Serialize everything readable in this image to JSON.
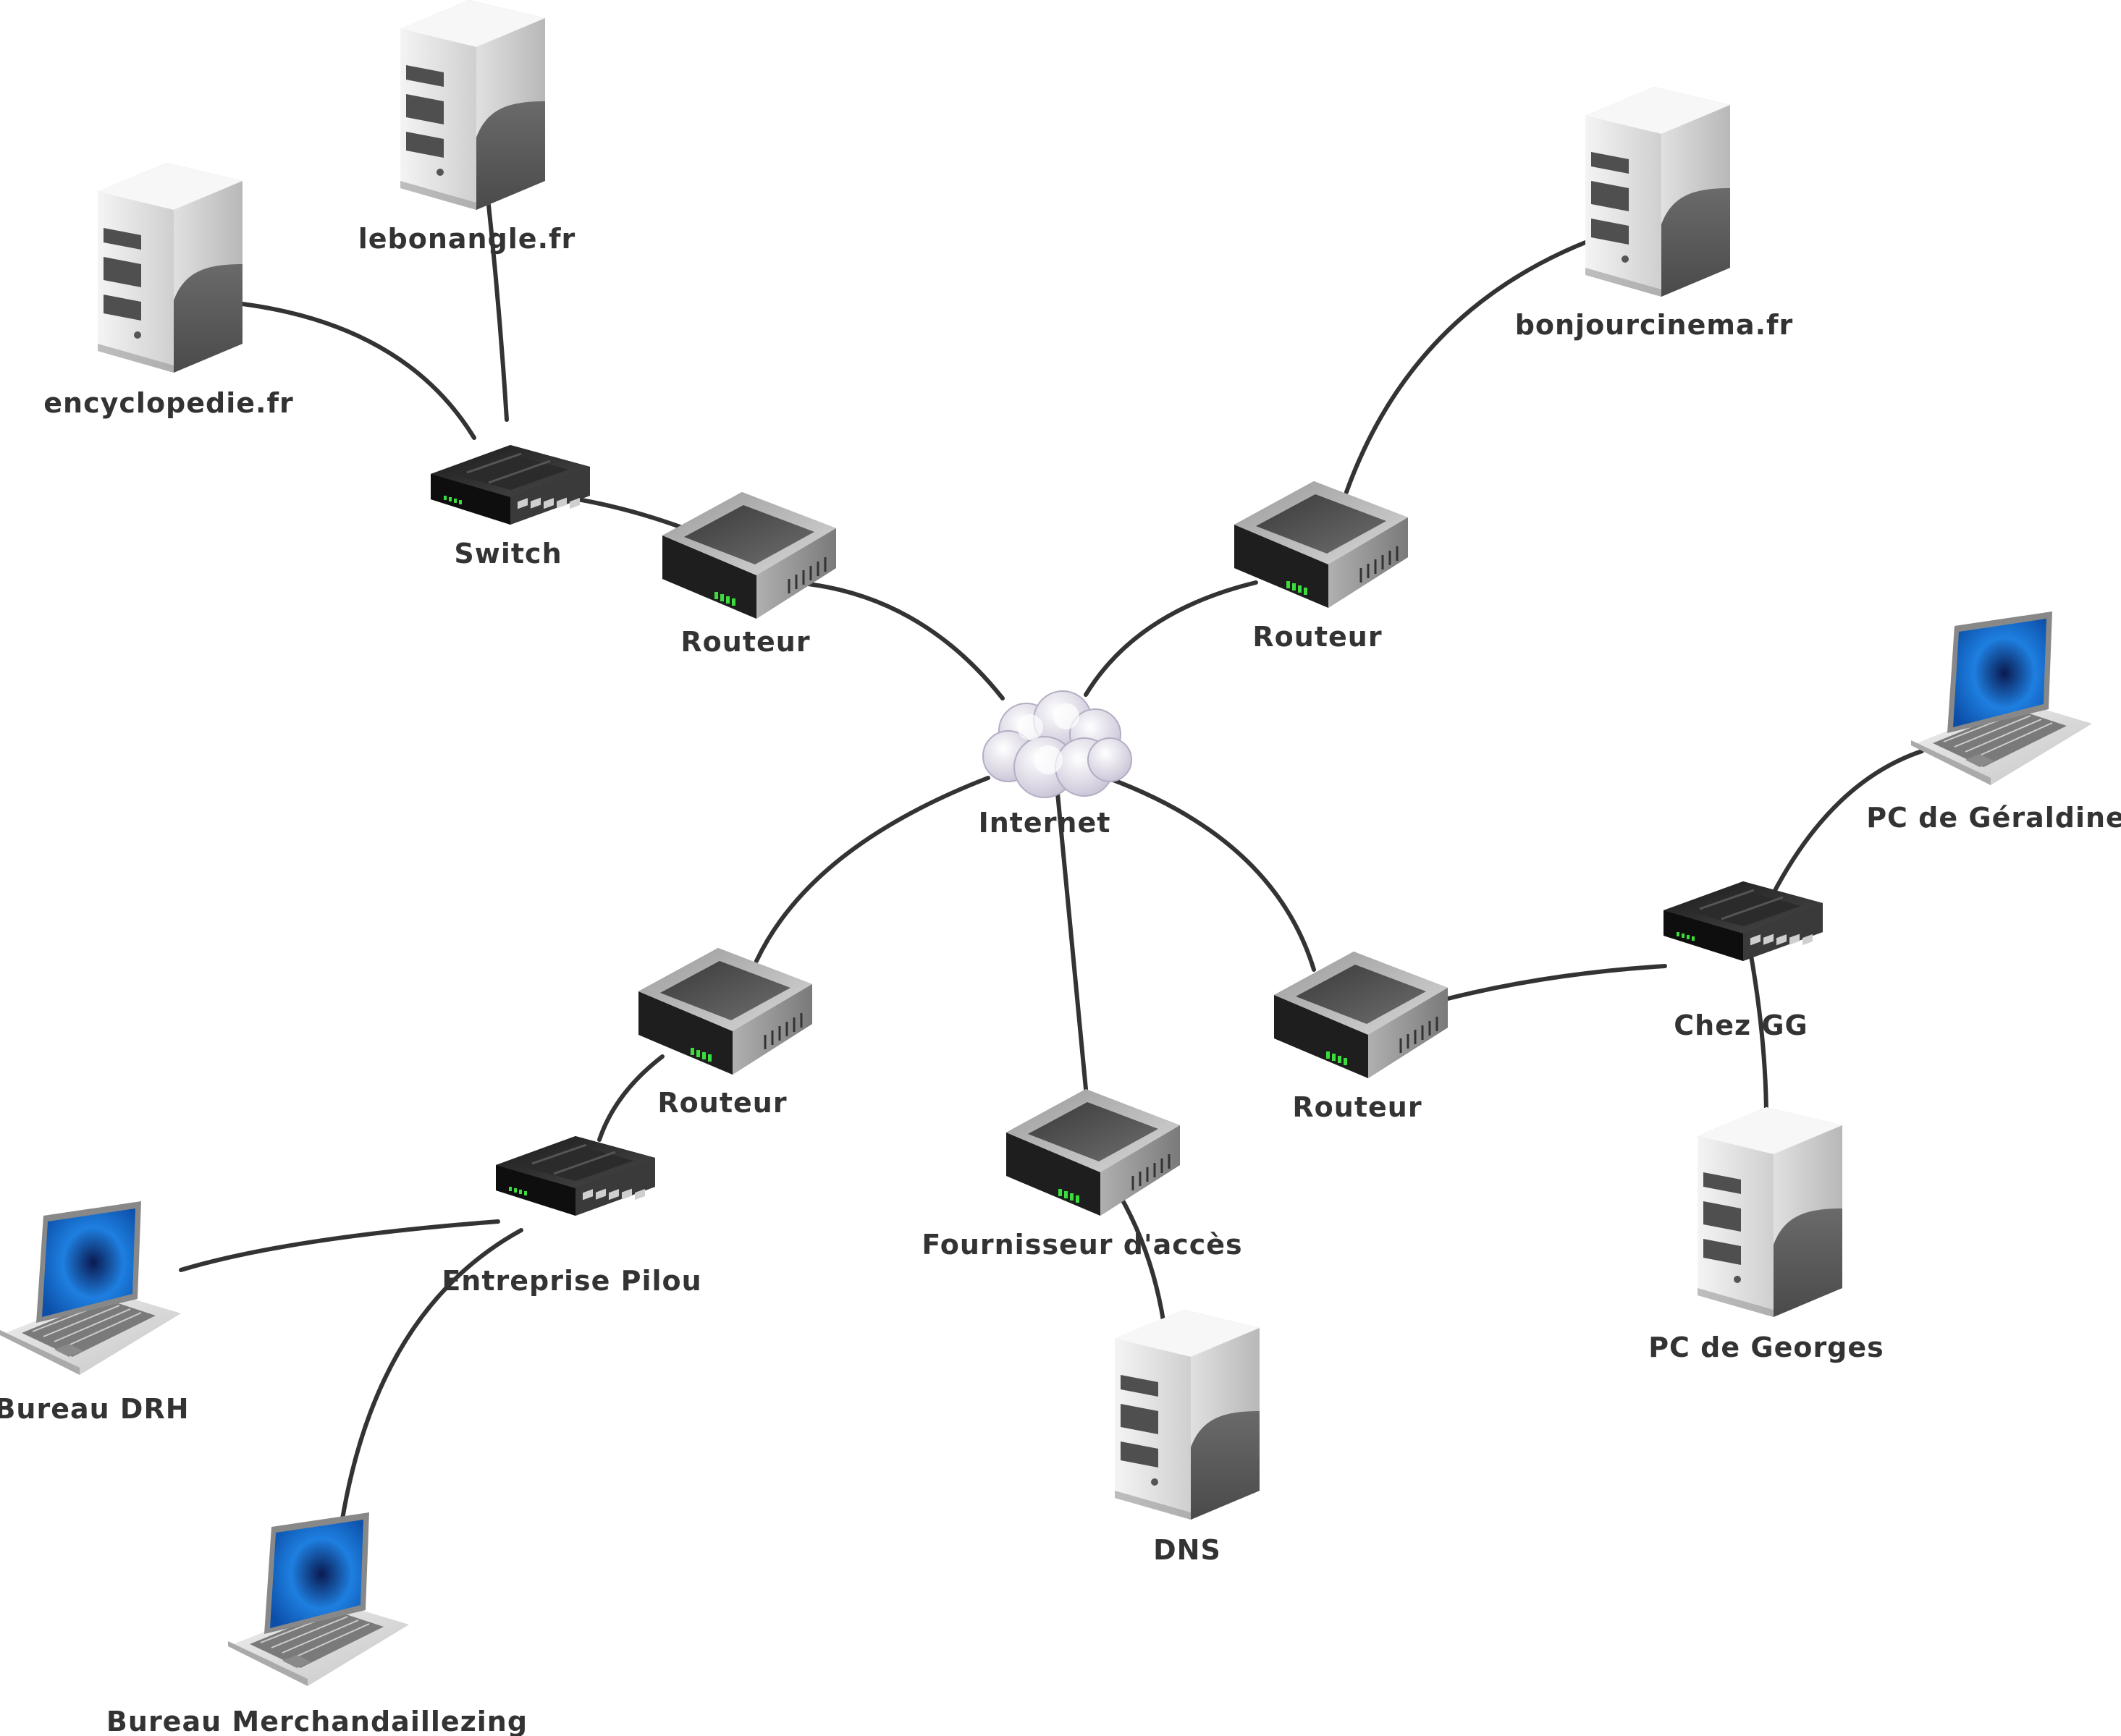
{
  "nodes": [
    {
      "id": "internet",
      "type": "cloud",
      "label": "Internet"
    },
    {
      "id": "routeur_nw",
      "type": "router",
      "label": "Routeur"
    },
    {
      "id": "routeur_ne",
      "type": "router",
      "label": "Routeur"
    },
    {
      "id": "routeur_sw",
      "type": "router",
      "label": "Routeur"
    },
    {
      "id": "routeur_se",
      "type": "router",
      "label": "Routeur"
    },
    {
      "id": "fai",
      "type": "router",
      "label": "Fournisseur d'accès"
    },
    {
      "id": "switch",
      "type": "switch",
      "label": "Switch"
    },
    {
      "id": "pilou",
      "type": "switch",
      "label": "Entreprise Pilou"
    },
    {
      "id": "chezgg",
      "type": "switch",
      "label": "Chez GG"
    },
    {
      "id": "lebonangle",
      "type": "server",
      "label": "lebonangle.fr"
    },
    {
      "id": "encyclopedie",
      "type": "server",
      "label": "encyclopedie.fr"
    },
    {
      "id": "bonjourcinema",
      "type": "server",
      "label": "bonjourcinema.fr"
    },
    {
      "id": "dns",
      "type": "server",
      "label": "DNS"
    },
    {
      "id": "pcgeorges",
      "type": "server",
      "label": "PC de Georges"
    },
    {
      "id": "pcgeraldine",
      "type": "laptop",
      "label": "PC de Géraldine"
    },
    {
      "id": "bureaudrh",
      "type": "laptop",
      "label": "Bureau DRH"
    },
    {
      "id": "merch",
      "type": "laptop",
      "label": "Bureau Merchandaillezing"
    }
  ],
  "edges": [
    {
      "from": "internet",
      "to": "routeur_nw"
    },
    {
      "from": "internet",
      "to": "routeur_ne"
    },
    {
      "from": "internet",
      "to": "routeur_sw"
    },
    {
      "from": "internet",
      "to": "routeur_se"
    },
    {
      "from": "internet",
      "to": "fai"
    },
    {
      "from": "routeur_nw",
      "to": "switch"
    },
    {
      "from": "switch",
      "to": "lebonangle"
    },
    {
      "from": "switch",
      "to": "encyclopedie"
    },
    {
      "from": "routeur_ne",
      "to": "bonjourcinema"
    },
    {
      "from": "routeur_sw",
      "to": "pilou"
    },
    {
      "from": "pilou",
      "to": "bureaudrh"
    },
    {
      "from": "pilou",
      "to": "merch"
    },
    {
      "from": "routeur_se",
      "to": "chezgg"
    },
    {
      "from": "chezgg",
      "to": "pcgeraldine"
    },
    {
      "from": "chezgg",
      "to": "pcgeorges"
    },
    {
      "from": "fai",
      "to": "dns"
    }
  ],
  "colors": {
    "line": "#333333",
    "label": "#333333",
    "screen": "#1e7fe0"
  }
}
